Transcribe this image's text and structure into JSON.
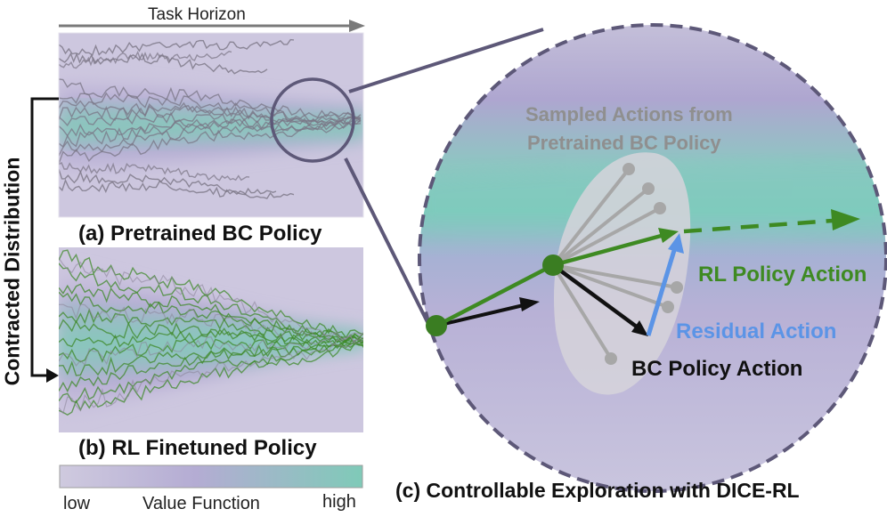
{
  "labels": {
    "task_horizon": "Task Horizon",
    "contracted_distribution": "Contracted Distribution",
    "caption_a": "(a) Pretrained BC Policy",
    "caption_b": "(b) RL Finetuned Policy",
    "caption_c": "(c) Controllable Exploration with DICE-RL",
    "legend_low": "low",
    "legend_title": "Value Function",
    "legend_high": "high",
    "sampled_line1": "Sampled Actions from",
    "sampled_line2": "Pretrained BC Policy",
    "rl_policy_action": "RL Policy Action",
    "residual_action": "Residual Action",
    "bc_policy_action": "BC Policy Action"
  },
  "colors": {
    "value_low": "#c9c3dd",
    "value_mid": "#b0a8d0",
    "value_high": "#7ec8b8",
    "bc_trajectory": "#7a7585",
    "rl_trajectory": "#3f8a2a",
    "rl_action": "#3e8a22",
    "residual_action": "#5b94e6",
    "bc_action": "#111111",
    "sampled_action": "#a8a8a8",
    "circle_border": "#5d5878"
  }
}
